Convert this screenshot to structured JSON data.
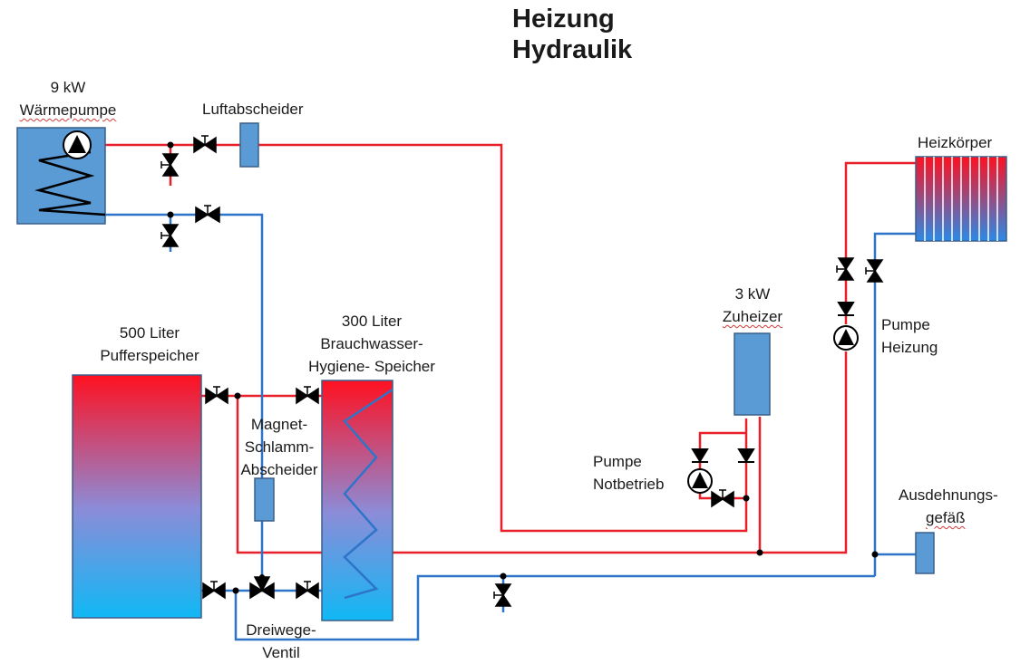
{
  "title": {
    "line1": "Heizung",
    "line2": "Hydraulik"
  },
  "colors": {
    "supply": "#e8202a",
    "return": "#2e74c8",
    "component": "#5b9bd5",
    "outline": "#3a5f8a"
  },
  "components": {
    "heat_pump": {
      "power": "9 kW",
      "name": "Wärmepumpe"
    },
    "air_separator": {
      "name": "Luftabscheider"
    },
    "radiator": {
      "name": "Heizkörper"
    },
    "buffer": {
      "line1": "500 Liter",
      "line2": "Pufferspeicher"
    },
    "dhw": {
      "line1": "300 Liter",
      "line2": "Brauchwasser-",
      "line3": "Hygiene- Speicher"
    },
    "mag_separator": {
      "line1": "Magnet-",
      "line2": "Schlamm-",
      "line3": "Abscheider"
    },
    "aux_heater": {
      "power": "3 kW",
      "name": "Zuheizer"
    },
    "pump_heating": {
      "line1": "Pumpe",
      "line2": "Heizung"
    },
    "pump_emergency": {
      "line1": "Pumpe",
      "line2": "Notbetrieb"
    },
    "expansion": {
      "line1": "Ausdehnungs-",
      "line2": "gefäß"
    },
    "three_way": {
      "line1": "Dreiwege-",
      "line2": "Ventil"
    }
  }
}
